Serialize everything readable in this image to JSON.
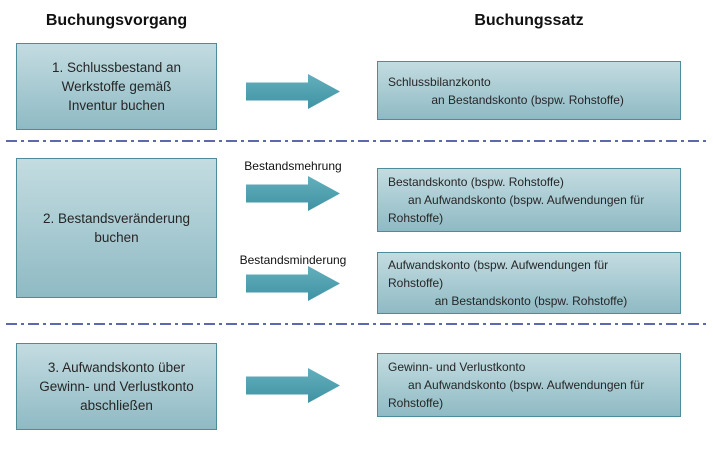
{
  "headers": {
    "process": "Buchungsvorgang",
    "entry": "Buchungssatz"
  },
  "rows": [
    {
      "step": "1. Schlussbestand an\nWerkstoffe gemäß\nInventur buchen",
      "entries": [
        {
          "label": "",
          "text": "Schlussbilanzkonto\n             an Bestandskonto (bspw. Rohstoffe)"
        }
      ]
    },
    {
      "step": "2. Bestandsveränderung\nbuchen",
      "entries": [
        {
          "label": "Bestandsmehrung",
          "text": "Bestandskonto (bspw. Rohstoffe)\n      an Aufwandskonto (bspw. Aufwendungen für\nRohstoffe)"
        },
        {
          "label": "Bestandsminderung",
          "text": "Aufwandskonto (bspw. Aufwendungen für\nRohstoffe)\n              an Bestandskonto (bspw. Rohstoffe)"
        }
      ]
    },
    {
      "step": "3. Aufwandskonto über\nGewinn- und Verlustkonto\nabschließen",
      "entries": [
        {
          "label": "",
          "text": "Gewinn- und Verlustkonto\n      an Aufwandskonto (bspw. Aufwendungen für\nRohstoffe)"
        }
      ]
    }
  ],
  "colors": {
    "box_fill_top": "#c3dce1",
    "box_fill_bottom": "#8fbac4",
    "box_border": "#4d8c9b",
    "arrow_top": "#64afbc",
    "arrow_bottom": "#3f93a4",
    "divider": "#5c69ae",
    "text": "#262626",
    "heading": "#111111"
  }
}
